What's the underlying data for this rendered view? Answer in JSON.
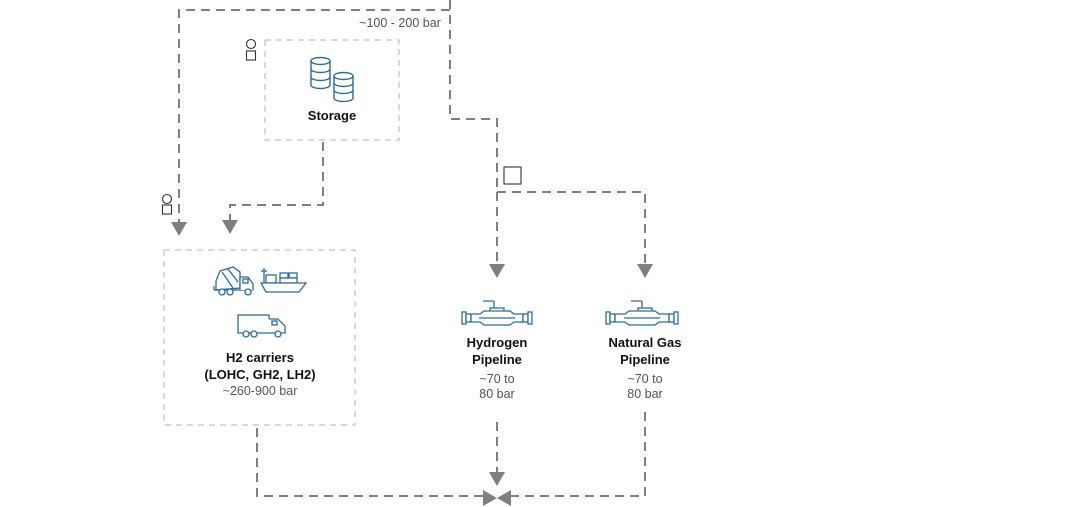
{
  "nodes": {
    "storage": {
      "title": "Storage"
    },
    "carriers": {
      "title_line1": "H2 carriers",
      "title_line2": "(LOHC, GH2, LH2)",
      "pressure": "~260-900 bar"
    },
    "h2_pipeline": {
      "title_line1": "Hydrogen",
      "title_line2": "Pipeline",
      "pressure_line1": "~70 to",
      "pressure_line2": "80 bar"
    },
    "ng_pipeline": {
      "title_line1": "Natural Gas",
      "title_line2": "Pipeline",
      "pressure_line1": "~70 to",
      "pressure_line2": "80 bar"
    }
  },
  "annotations": {
    "top_pressure": "~100 - 200 bar"
  },
  "icons": {
    "storage": "storage-tanks-icon",
    "mixer_truck": "mixer-truck-icon",
    "ship": "cargo-ship-icon",
    "truck": "box-truck-icon",
    "pipeline_valve": "pipeline-valve-icon",
    "junction_valve": "junction-valve-icon",
    "state_circle": "circle-marker-icon",
    "state_square": "square-marker-icon"
  },
  "colors": {
    "line": "#7f7f7f",
    "icon": "#2f6d96",
    "box_border": "#b3b3b3",
    "text": "#111111"
  }
}
